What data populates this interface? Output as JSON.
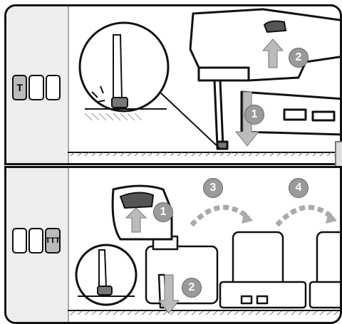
{
  "top_panel": {
    "mode_indicator": [
      "T",
      "",
      ""
    ],
    "steps": [
      "1",
      "2"
    ]
  },
  "bottom_panel": {
    "mode_indicator": [
      "",
      "",
      "TTT"
    ],
    "steps": [
      "1",
      "2",
      "3",
      "4"
    ]
  },
  "colors": {
    "outline": "#111111",
    "step_badge": "#9a9a9a",
    "selected_cell": "#bbbbbb",
    "side_panel": "#ededed"
  }
}
